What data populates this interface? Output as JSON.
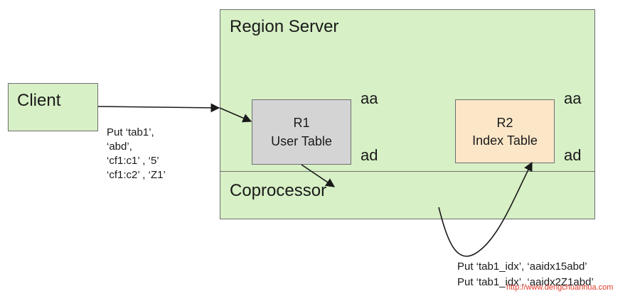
{
  "diagram": {
    "region_server_label": "Region Server",
    "client_label": "Client",
    "r1": {
      "line1": "R1",
      "line2": "User Table"
    },
    "r2": {
      "line1": "R2",
      "line2": "Index Table"
    },
    "r1_start_key": "aa",
    "r1_end_key": "ad",
    "r2_start_key": "aa",
    "r2_end_key": "ad",
    "coprocessor_label": "Coprocessor",
    "client_put": [
      "Put ‘tab1’,",
      "‘abd’,",
      "‘cf1:c1’ , ‘5’",
      "‘cf1:c2’ , ‘Z1’"
    ],
    "index_put": [
      "Put ‘tab1_idx’, ‘aaidx15abd’",
      "Put ‘tab1_idx’, ‘aaidx2Z1abd’"
    ],
    "watermark": "http://www.dengchuanhua.com"
  },
  "colors": {
    "region_fill": "#d7f0c6",
    "r1_fill": "#d4d4d4",
    "r2_fill": "#fbe6c8",
    "stroke": "#6f6f6f",
    "arrow": "#1a1a1a",
    "watermark": "#e03a2a"
  }
}
